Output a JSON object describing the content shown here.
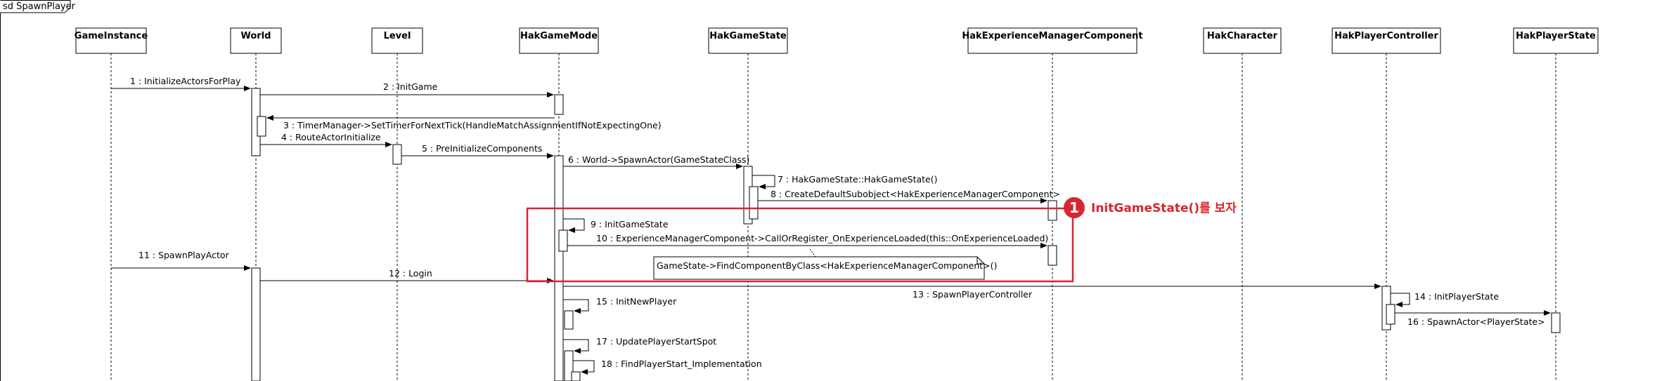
{
  "frame": {
    "label": "sd SpawnPlayer"
  },
  "lifelines": [
    {
      "id": "gameinstance",
      "label": "GameInstance"
    },
    {
      "id": "world",
      "label": "World"
    },
    {
      "id": "level",
      "label": "Level"
    },
    {
      "id": "hakgamemode",
      "label": "HakGameMode"
    },
    {
      "id": "hakgamestate",
      "label": "HakGameState"
    },
    {
      "id": "expmanager",
      "label": "HakExperienceManagerComponent"
    },
    {
      "id": "hakcharacter",
      "label": "HakCharacter"
    },
    {
      "id": "hakplayercontroller",
      "label": "HakPlayerController"
    },
    {
      "id": "hakplayerstate",
      "label": "HakPlayerState"
    }
  ],
  "messages": [
    {
      "id": "m1",
      "label": "1 : InitializeActorsForPlay"
    },
    {
      "id": "m2",
      "label": "2 : InitGame"
    },
    {
      "id": "m3",
      "label": "3 : TimerManager->SetTimerForNextTick(HandleMatchAssignmentIfNotExpectingOne)"
    },
    {
      "id": "m4",
      "label": "4 : RouteActorInitialize"
    },
    {
      "id": "m5",
      "label": "5 : PreInitializeComponents"
    },
    {
      "id": "m6",
      "label": "6 : World->SpawnActor(GameStateClass)"
    },
    {
      "id": "m7",
      "label": "7 : HakGameState::HakGameState()"
    },
    {
      "id": "m8",
      "label": "8 : CreateDefaultSubobject<HakExperienceManagerComponent>"
    },
    {
      "id": "m9",
      "label": "9 : InitGameState"
    },
    {
      "id": "m10",
      "label": "10 : ExperienceManagerComponent->CallOrRegister_OnExperienceLoaded(this::OnExperienceLoaded)"
    },
    {
      "id": "m11",
      "label": "11 : SpawnPlayActor"
    },
    {
      "id": "m12",
      "label": "12 : Login"
    },
    {
      "id": "m13",
      "label": "13 : SpawnPlayerController"
    },
    {
      "id": "m14",
      "label": "14 : InitPlayerState"
    },
    {
      "id": "m15",
      "label": "15 : InitNewPlayer"
    },
    {
      "id": "m16",
      "label": "16 : SpawnActor<PlayerState>"
    },
    {
      "id": "m17",
      "label": "17 : UpdatePlayerStartSpot"
    },
    {
      "id": "m18",
      "label": "18 : FindPlayerStart_Implementation"
    }
  ],
  "note": {
    "text": "GameState->FindComponentByClass<HakExperienceManagerComponent>()"
  },
  "annotation": {
    "badge": "1",
    "text": "InitGameState()를 보자"
  },
  "colors": {
    "highlight": "#d7262e",
    "line": "#000000",
    "background": "#ffffff"
  }
}
